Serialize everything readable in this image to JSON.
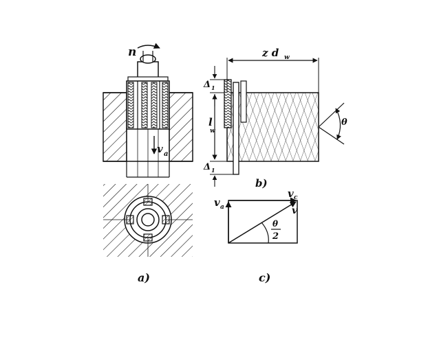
{
  "panels": {
    "a": {
      "caption": "a)",
      "symbols": {
        "n": "n",
        "v": "v",
        "v_sub": "a"
      }
    },
    "b": {
      "caption": "b)",
      "symbols": {
        "width": "z d",
        "width_sub": "w",
        "length": "l",
        "length_sub": "w",
        "delta": "Δ",
        "delta_sub": "1",
        "theta": "θ"
      }
    },
    "c": {
      "caption": "c)",
      "symbols": {
        "va": "v",
        "va_sub": "a",
        "vc": "v",
        "vc_sub": "c",
        "v": "v",
        "theta": "θ",
        "two": "2"
      }
    }
  },
  "colors": {
    "ink": "#111111",
    "background": "#ffffff"
  }
}
